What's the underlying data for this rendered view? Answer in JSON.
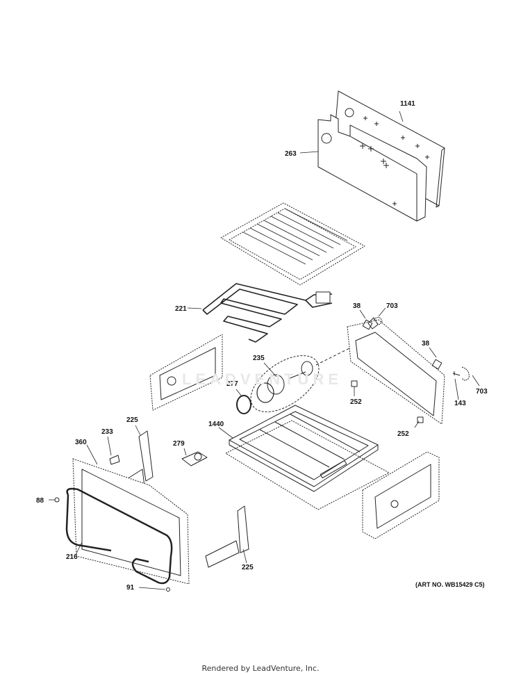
{
  "diagram": {
    "part_labels": [
      {
        "id": "1141",
        "text": "1141"
      },
      {
        "id": "263",
        "text": "263"
      },
      {
        "id": "221",
        "text": "221"
      },
      {
        "id": "38a",
        "text": "38"
      },
      {
        "id": "703a",
        "text": "703"
      },
      {
        "id": "38b",
        "text": "38"
      },
      {
        "id": "235",
        "text": "235"
      },
      {
        "id": "277",
        "text": "277"
      },
      {
        "id": "252a",
        "text": "252"
      },
      {
        "id": "143",
        "text": "143"
      },
      {
        "id": "703b",
        "text": "703"
      },
      {
        "id": "1440",
        "text": "1440"
      },
      {
        "id": "252b",
        "text": "252"
      },
      {
        "id": "225a",
        "text": "225"
      },
      {
        "id": "233",
        "text": "233"
      },
      {
        "id": "360",
        "text": "360"
      },
      {
        "id": "279",
        "text": "279"
      },
      {
        "id": "88",
        "text": "88"
      },
      {
        "id": "216",
        "text": "216"
      },
      {
        "id": "225b",
        "text": "225"
      },
      {
        "id": "91",
        "text": "91"
      }
    ],
    "art_number": "(ART NO. WB15429 C5)",
    "watermark": "LEADVENTURE"
  },
  "footer": "Rendered by LeadVenture, Inc.",
  "colors": {
    "line": "#222222",
    "background": "#ffffff"
  }
}
